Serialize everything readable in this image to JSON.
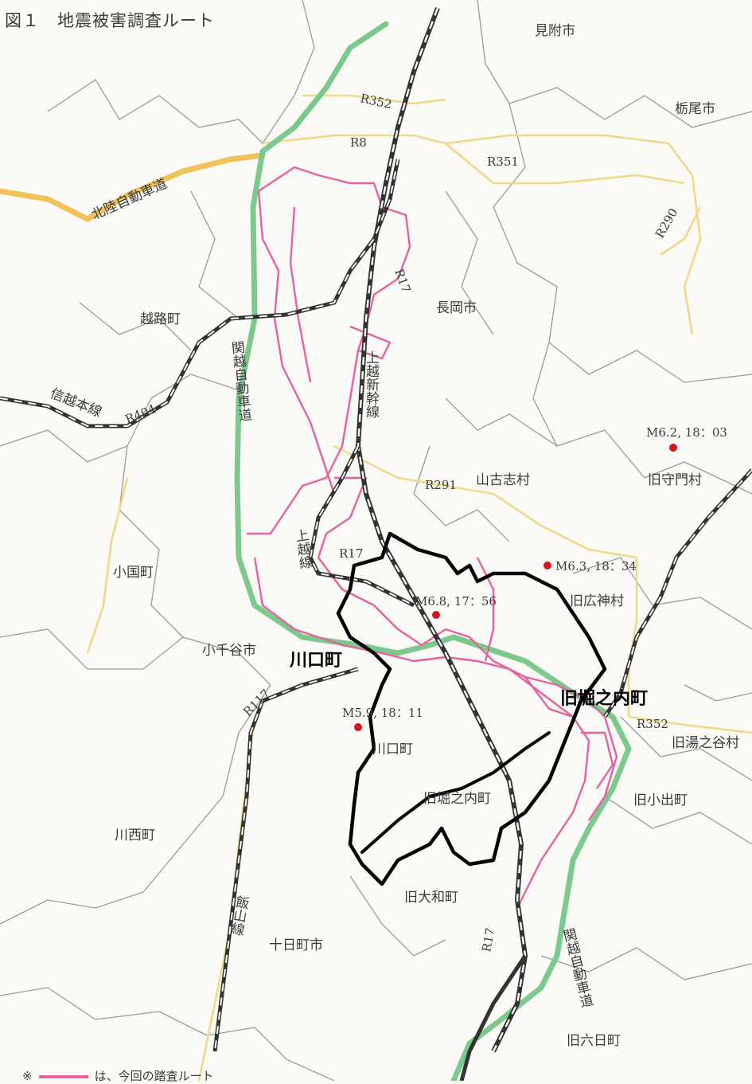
{
  "title": {
    "figure_number": "図１",
    "text": "地震被害調査ルート"
  },
  "municipalities": {
    "mitsuke": "見附市",
    "tochio": "栃尾市",
    "nagaoka": "長岡市",
    "koshiji": "越路町",
    "yamakoshi": "山古志村",
    "morikado": "旧守門村",
    "oguni": "小国町",
    "hirokami": "旧広神村",
    "ojiya": "小千谷市",
    "kawaguchi_map": "川口町",
    "horinouchi_map": "旧堀之内町",
    "yunotani": "旧湯之谷村",
    "koide": "旧小出町",
    "kawanishi": "川西町",
    "yamato": "旧大和町",
    "tokamachi": "十日町市",
    "muikamachi": "旧六日町"
  },
  "roads": {
    "r352_top": "R352",
    "r8": "R8",
    "r351": "R351",
    "r290": "R290",
    "r17_north": "R17",
    "r404": "R404",
    "r291": "R291",
    "r17_mid": "R17",
    "r117": "R117",
    "r352_east": "R352",
    "r17_south": "R17",
    "hokuriku": "北陸自動車道",
    "kanetsu_north": "関越自動車道",
    "kanetsu_south": "関越自動車道",
    "shinetsu": "信越本線",
    "joetsu_shinkansen": "上越新幹線",
    "joetsu": "上越線",
    "iiyama": "飯山線"
  },
  "earthquakes": [
    {
      "label": "M6.2, 18：03"
    },
    {
      "label": "M6.3, 18：34"
    },
    {
      "label": "M6.8, 17：56"
    },
    {
      "label": "M5.9, 18：11"
    }
  ],
  "annotations": {
    "kawaguchi": "川口町",
    "horinouchi": "旧堀之内町"
  },
  "legend": {
    "prefix": "※",
    "suffix": "は、今回の踏査ルート"
  },
  "colors": {
    "survey_route": "#e8609e",
    "expressway": "#7cc98e",
    "hokuriku_expressway": "#f0c25a",
    "national_road": "#efd98a",
    "boundary": "#9a9a9a",
    "railway": "#333333",
    "earthquake": "#d8141c",
    "annotation_outline": "#000000"
  }
}
